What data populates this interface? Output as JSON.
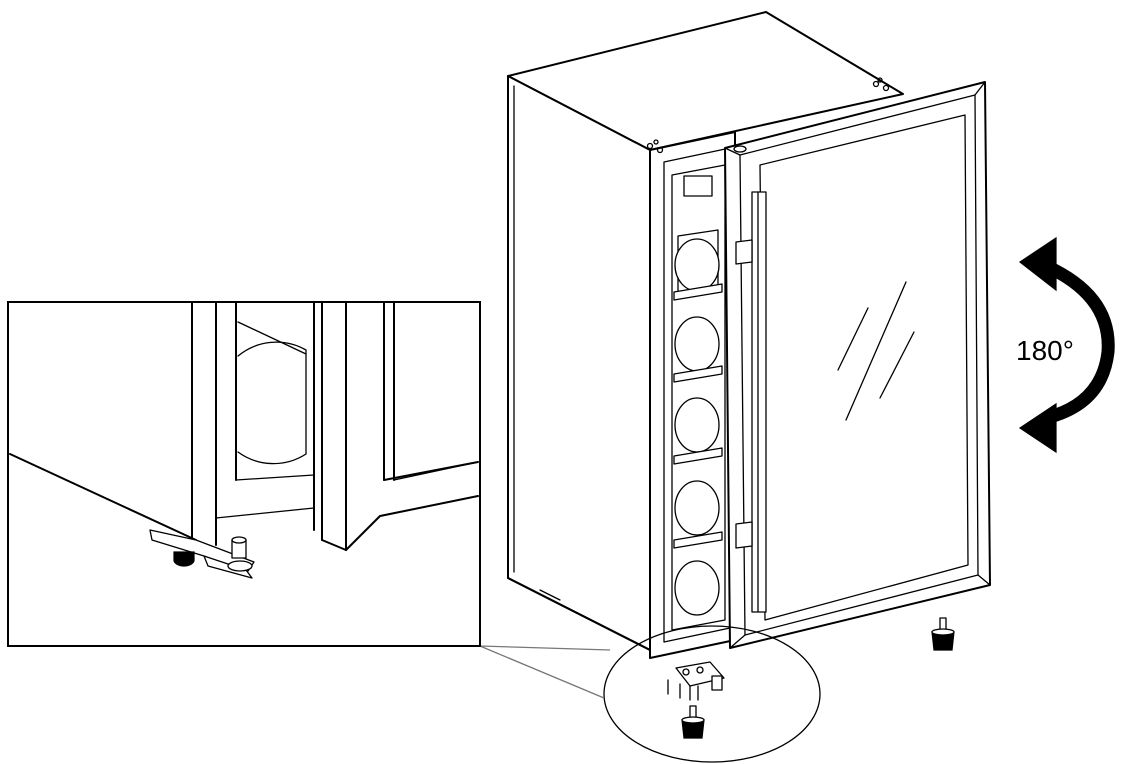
{
  "diagram": {
    "rotation_label": "180°",
    "parts": [
      {
        "name": "cabinet"
      },
      {
        "name": "glass-door"
      },
      {
        "name": "wine-bottles",
        "count": 5
      },
      {
        "name": "hinge-bracket"
      },
      {
        "name": "leveling-foot"
      }
    ]
  }
}
